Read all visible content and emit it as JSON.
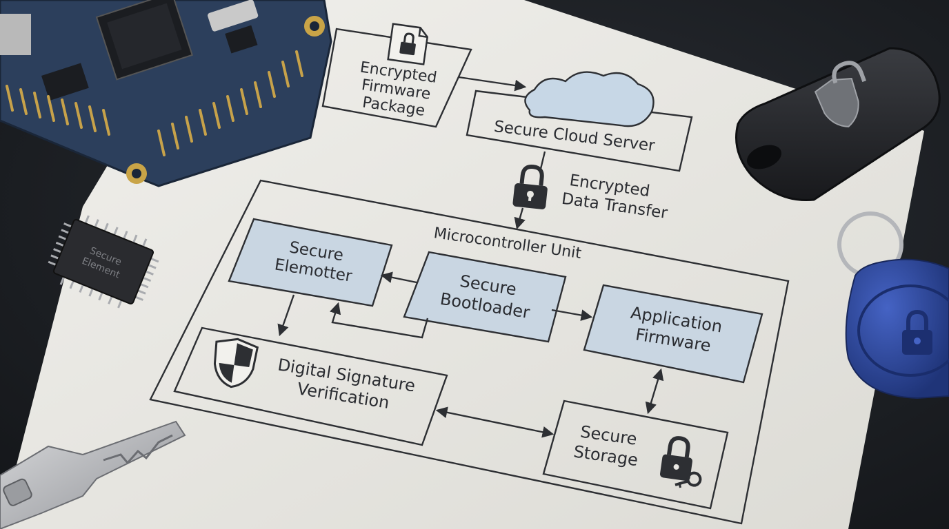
{
  "diagram": {
    "firmware_package": {
      "lines": [
        "Encrypted",
        "Firmware",
        "Package"
      ],
      "icon": "padlock-document-icon"
    },
    "cloud_server": {
      "label": "Secure Cloud Server",
      "icon": "cloud-icon"
    },
    "data_transfer": {
      "lines": [
        "Encrypted",
        "Data Transfer"
      ],
      "icon": "padlock-icon"
    },
    "mcu": {
      "label": "Microcontroller Unit"
    },
    "secure_element_box": {
      "lines": [
        "Secure",
        "Elemotter"
      ]
    },
    "bootloader": {
      "lines": [
        "Secure",
        "Bootloader"
      ]
    },
    "app_firmware": {
      "lines": [
        "Application",
        "Firmware"
      ]
    },
    "signature": {
      "lines": [
        "Digital Signature",
        "Verification"
      ],
      "icon": "shield-icon"
    },
    "storage": {
      "lines": [
        "Secure",
        "Storage"
      ],
      "icon": "padlock-key-icon"
    }
  },
  "props": {
    "chip_label_lines": [
      "Secure",
      "Element"
    ],
    "fob_icon": "shield-padlock-icon",
    "tag_icon": "padlock-icon"
  },
  "colors": {
    "paper": "#e9e8e3",
    "box_fill": "#c9d6e2",
    "cloud_fill": "#c7d7e6",
    "ink": "#2d2f33",
    "background": "#1c1f24",
    "pcb": "#2c3f5c",
    "fob": "#2b2d31",
    "tag": "#2e4aa0"
  }
}
